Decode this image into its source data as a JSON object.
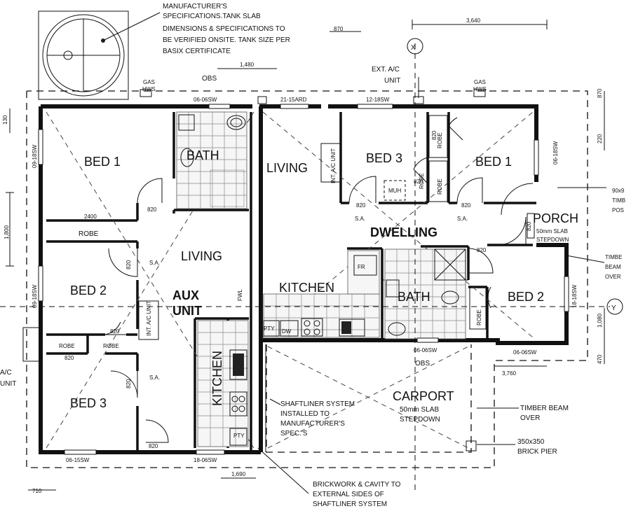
{
  "rooms": {
    "bed1_aux": "BED 1",
    "bath_aux": "BATH",
    "living_aux": "LIVING",
    "living_main": "LIVING",
    "bed3_main": "BED 3",
    "bed1_main": "BED 1",
    "porch": "PORCH",
    "dwelling": "DWELLING",
    "bed2_aux": "BED 2",
    "aux_unit_l1": "AUX",
    "aux_unit_l2": "UNIT",
    "kitchen_main": "KITCHEN",
    "bath_main": "BATH",
    "bed2_main": "BED 2",
    "bed3_aux": "BED 3",
    "kitchen_aux": "KITCHEN",
    "carport": "CARPORT",
    "robe_aux_top": "ROBE",
    "robe_aux_a": "ROBE",
    "robe_aux_b": "ROBE",
    "robe_main_1": "ROBE",
    "robe_main_2": "ROBE",
    "robe_main_3": "ROBE",
    "robe_main_4": "ROBE"
  },
  "notes": {
    "tank_l1": "MANUFACTURER'S",
    "tank_l2": "SPECIFICATIONS.TANK SLAB",
    "tank_l3": "DIMENSIONS & SPECIFICATIONS TO",
    "tank_l4": "BE VERIFIED ONSITE. TANK SIZE PER",
    "tank_l5": "BASIX CERTIFICATE",
    "ext_ac_l1": "EXT. A/C",
    "ext_ac_l2": "UNIT",
    "gas_hws_l1": "GAS",
    "gas_hws_l2": "HWS",
    "gas_hws2_l1": "GAS",
    "gas_hws2_l2": "HWS",
    "obs_top": "OBS",
    "obs_bottom": "OBS",
    "shaft_l1": "SHAFTLINER SYSTEM",
    "shaft_l2": "INSTALLED TO",
    "shaft_l3": "MANUFACTURER'S",
    "shaft_l4": "SPEC.'S",
    "brick_l1": "BRICKWORK & CAVITY TO",
    "brick_l2": "EXTERNAL SIDES OF",
    "brick_l3": "SHAFTLINER SYSTEM",
    "timber_beam_l1": "TIMBER BEAM",
    "timber_beam_l2": "OVER",
    "brick_pier_l1": "350x350",
    "brick_pier_l2": "BRICK PIER",
    "carport_slab_l1": "50mm SLAB",
    "carport_slab_l2": "STEPDOWN",
    "porch_slab_l1": "50mm SLAB",
    "porch_slab_l2": "STEPDOWN",
    "right_90_l1": "90x9",
    "right_90_l2": "TIMB",
    "right_90_l3": "POS",
    "right_tb_l1": "TIMBE",
    "right_tb_l2": "BEAM",
    "right_tb_l3": "OVER",
    "ac_left_l1": "A/C",
    "ac_left_l2": "UNIT",
    "int_ac_1": "INT. A/C UNIT",
    "int_ac_2": "INT. A/C UNIT",
    "fwl": "FWL",
    "sa1": "S.A.",
    "sa2": "S.A.",
    "sa3": "S.A.",
    "sa4": "S.A.",
    "muh": "MUH",
    "fr": "FR",
    "pty": "PTY",
    "pty2": "PTY",
    "dw": "DW"
  },
  "windows": {
    "w_06_06sw": "06-06SW",
    "w_21_15ard": "21-15ARD",
    "w_12_18sw": "12-18SW",
    "w_09_18sw_l": "09-18SW",
    "w_09_18sw_l2": "09-18SW",
    "w_06_15sw_b": "06-15SW",
    "w_18_06sw_b": "18-06SW",
    "w_06_06sw_b": "06-06SW",
    "w_06_18sw_r": "06-18SW",
    "w_18_18sw_r": "18-18SW"
  },
  "doors": {
    "d1": "820",
    "d2": "820",
    "d3": "820",
    "d4": "820",
    "d5": "820",
    "d6": "820",
    "d7": "820",
    "d8": "820",
    "d9": "820",
    "d10": "820",
    "d11": "820",
    "d12": "820",
    "robe_w": "2400"
  },
  "dimensions": {
    "top_3640": "3,640",
    "top_870": "870",
    "obs_1480": "1,480",
    "left_1800": "1,800",
    "left_130": "130",
    "bottom_710": "710",
    "bottom_1690": "1,690",
    "right_3760": "3,760",
    "right_870": "870",
    "right_220": "220",
    "right_470": "470",
    "right_1080": "1,080"
  },
  "markers": {
    "x": "X",
    "y": "Y"
  }
}
